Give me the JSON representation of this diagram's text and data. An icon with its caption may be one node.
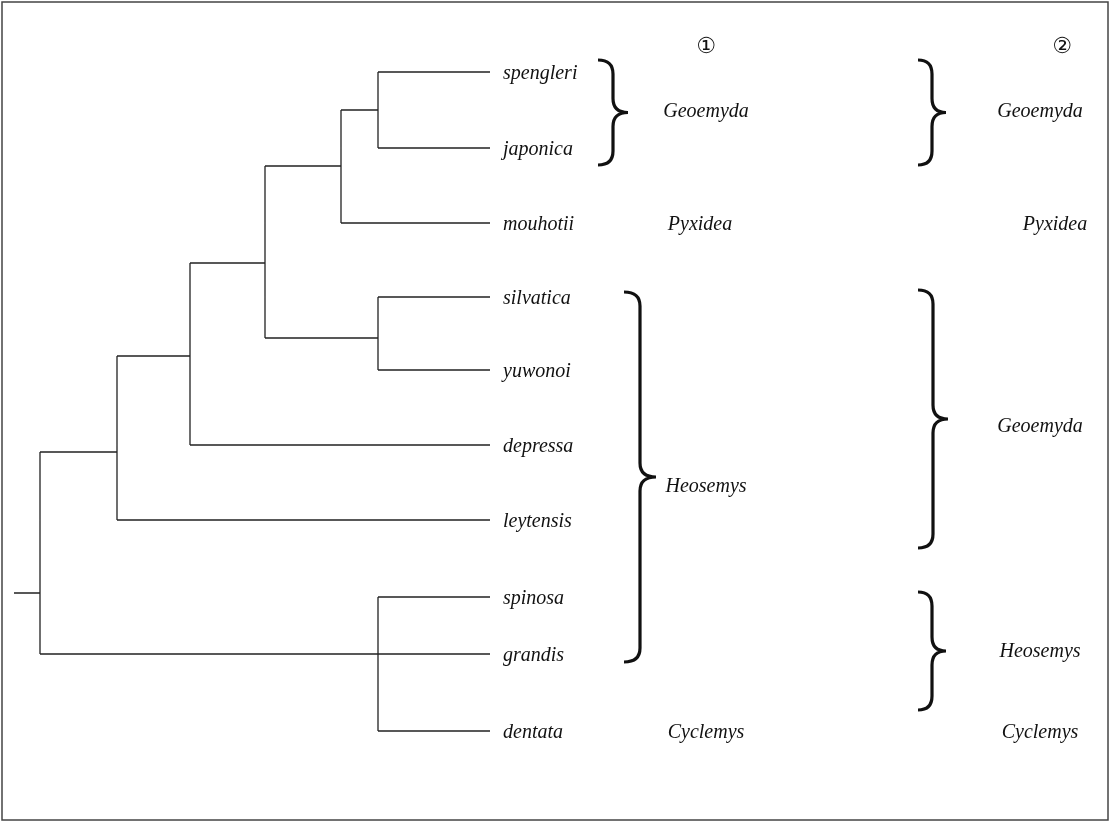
{
  "diagram": {
    "nodes": [
      {
        "text": [
          "spengleri"
        ]
      },
      {
        "text": [
          "japonica"
        ]
      },
      {
        "text": [
          "mouhotii"
        ]
      },
      {
        "text": [
          "silvatica"
        ]
      },
      {
        "text": [
          "yuwonoi"
        ]
      },
      {
        "text": [
          "depressa"
        ]
      },
      {
        "text": [
          "leytensis"
        ]
      },
      {
        "text": [
          "spinosa"
        ]
      },
      {
        "text": [
          "grandis"
        ]
      },
      {
        "text": [
          "dentata"
        ]
      }
    ],
    "labels": [
      "①",
      "②",
      "Geoemyda",
      "Geoemyda",
      "Pyxidea",
      "Pyxidea",
      "Geoemyda",
      "Heosemys",
      "Heosemys",
      "Cyclemys",
      "Cyclemys"
    ]
  }
}
